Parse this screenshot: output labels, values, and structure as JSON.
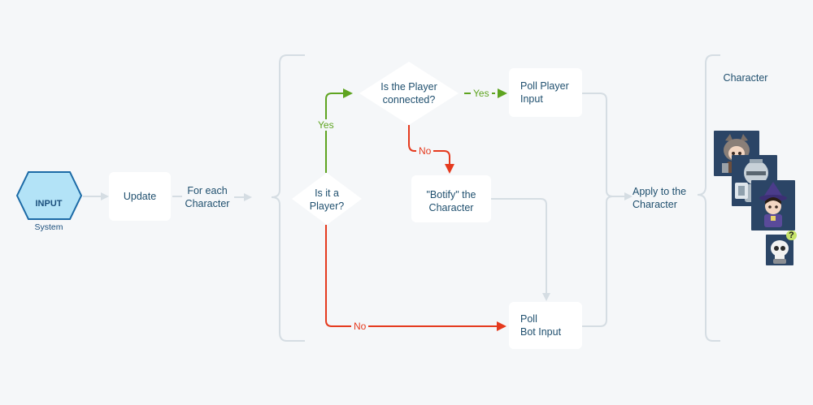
{
  "nodes": {
    "input": {
      "title": "INPUT",
      "subtitle": "System"
    },
    "update": "Update",
    "for_each": "For each\nCharacter",
    "is_player": "Is it a\nPlayer?",
    "is_connected": "Is the Player\nconnected?",
    "poll_player": "Poll Player\nInput",
    "botify": "\"Botify\" the\nCharacter",
    "poll_bot": "Poll\nBot Input",
    "apply": "Apply to the\nCharacter",
    "character": "Character"
  },
  "edge_labels": {
    "yes_player": "Yes",
    "yes_connected": "Yes",
    "no_connected": "No",
    "no_player": "No"
  },
  "colors": {
    "yes": "#5ea420",
    "no": "#e53a1e",
    "neutral": "#d5dde3",
    "text": "#1f4f6e",
    "input_fill": "#b3e3f7",
    "input_stroke": "#1b6aa6"
  },
  "icons": [
    "knight-avatar-icon",
    "armored-knight-avatar-icon",
    "wizard-avatar-icon",
    "skull-bot-avatar-icon"
  ],
  "question_mark": "?"
}
